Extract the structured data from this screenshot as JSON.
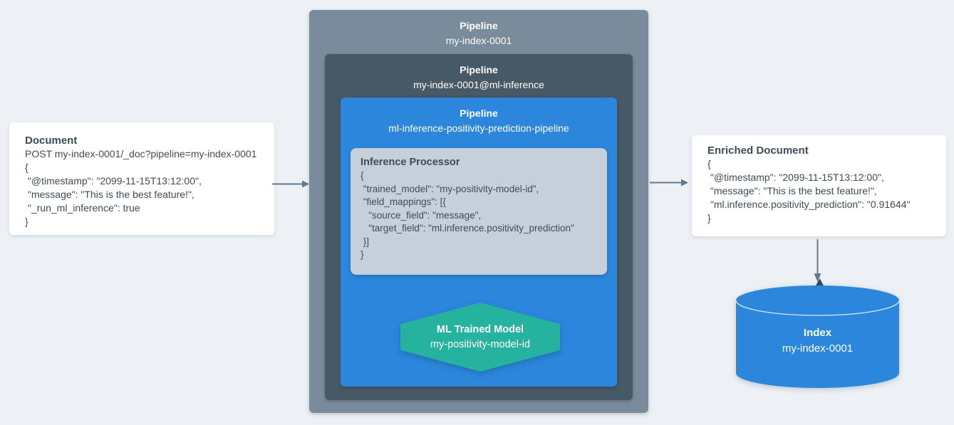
{
  "colors": {
    "background": "#edf1f5",
    "outer_pipeline_box": "#7a8b9c",
    "mid_pipeline_box": "#475866",
    "inner_pipeline_box": "#2b86dc",
    "processor_box": "#c6d0da",
    "ml_model_hexagon": "#25b3a0",
    "index_cylinder": "#2b86dc",
    "text_dark": "#3e4c59",
    "flow_arrow": "#64798c",
    "model_arrow": "#3e4852"
  },
  "document_card": {
    "title": "Document",
    "code_lines": [
      "POST my-index-0001/_doc?pipeline=my-index-0001",
      "{",
      " \"@timestamp\": \"2099-11-15T13:12:00\",",
      " \"message\": \"This is the best feature!\",",
      " \"_run_ml_inference\": true",
      "}"
    ]
  },
  "outer_pipeline": {
    "title": "Pipeline",
    "name": "my-index-0001"
  },
  "mid_pipeline": {
    "title": "Pipeline",
    "name": "my-index-0001@ml-inference"
  },
  "inner_pipeline": {
    "title": "Pipeline",
    "name": "ml-inference-positivity-prediction-pipeline"
  },
  "inference_processor": {
    "title": "Inference Processor",
    "code_lines": [
      "{",
      " \"trained_model\": \"my-positivity-model-id\",",
      " \"field_mappings\": [{",
      "   \"source_field\": \"message\",",
      "   \"target_field\": \"ml.inference.positivity_prediction\"",
      " }]",
      "}"
    ]
  },
  "ml_trained_model": {
    "title": "ML Trained Model",
    "name": "my-positivity-model-id"
  },
  "enriched_card": {
    "title": "Enriched Document",
    "code_lines": [
      "{",
      " \"@timestamp\": \"2099-11-15T13:12:00\",",
      " \"message\": \"This is the best feature!\",",
      " \"ml.inference.positivity_prediction\": \"0.91644\"",
      "}"
    ]
  },
  "index_store": {
    "title": "Index",
    "name": "my-index-0001"
  }
}
